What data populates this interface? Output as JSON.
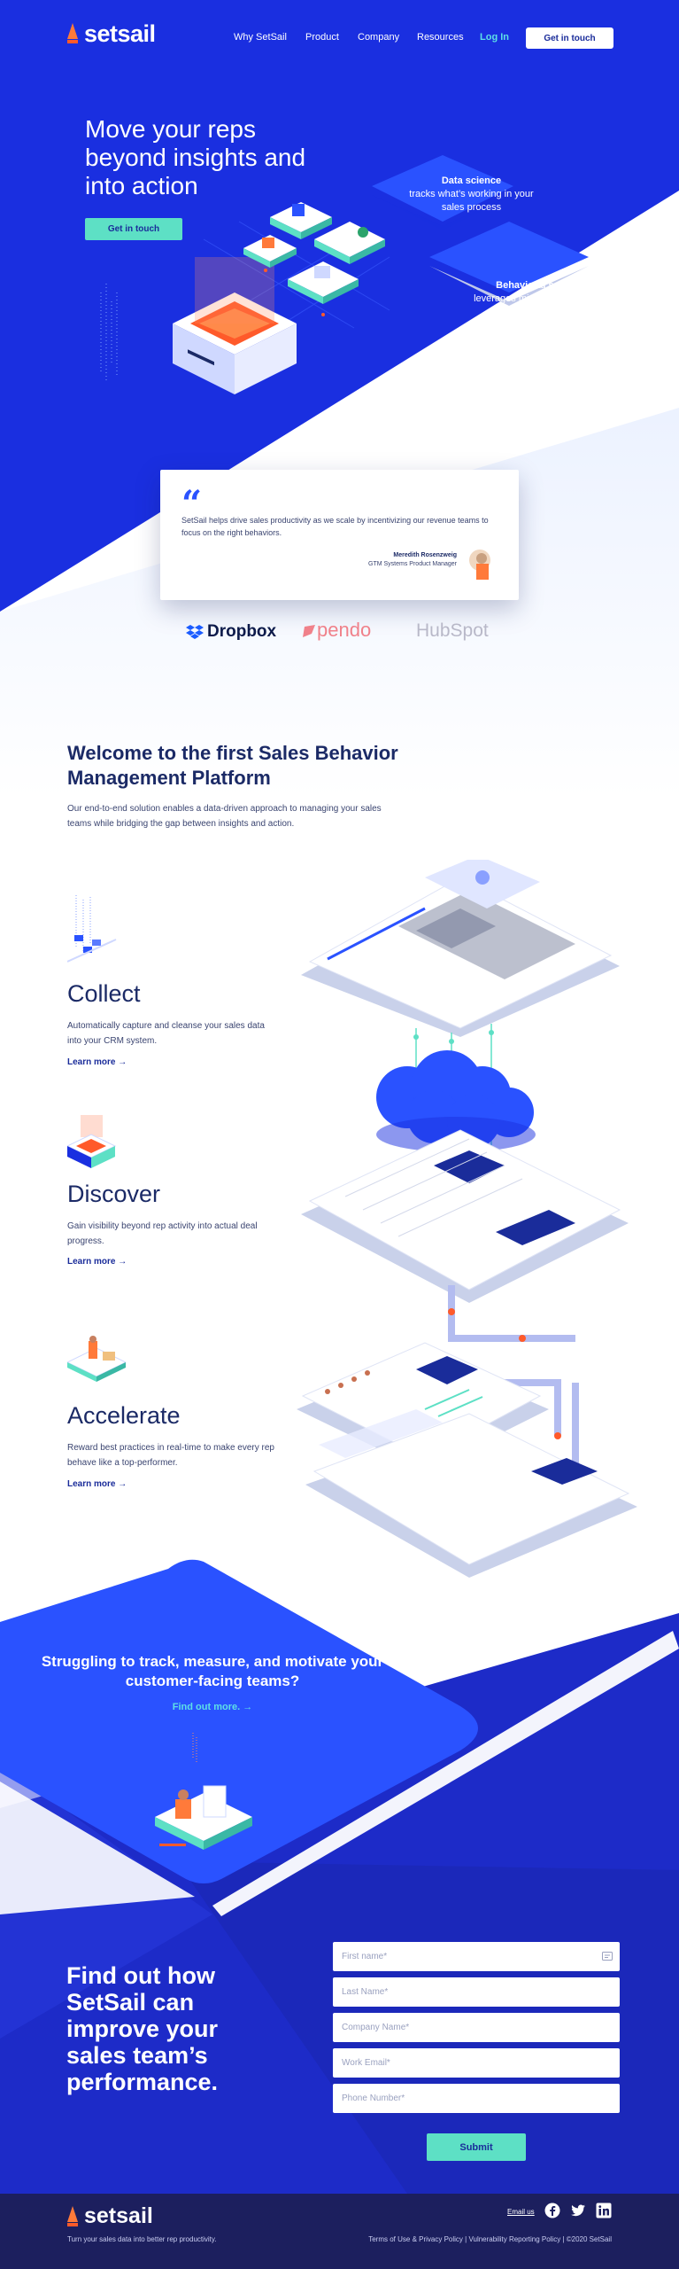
{
  "header": {
    "logo_text": "setsail",
    "nav": [
      "Why SetSail",
      "Product",
      "Company",
      "Resources"
    ],
    "login": "Log In",
    "cta": "Get in touch"
  },
  "hero": {
    "title": "Move your reps beyond insights and into action",
    "cta": "Get in touch",
    "data_science": {
      "title": "Data science",
      "text": "tracks what’s working in your sales process"
    },
    "behavioral_science": {
      "title": "Behavioral science",
      "text": "leverages micro-interactions to drive action toward deal progress"
    }
  },
  "testimonial": {
    "quote_mark": "“",
    "text": "SetSail helps drive sales productivity as we scale by incentivizing our revenue teams to focus on the right behaviors.",
    "author": "Meredith Rosenzweig",
    "role": "GTM Systems Product Manager"
  },
  "logos": [
    "Dropbox",
    "pendo",
    "HubSpot"
  ],
  "welcome": {
    "title": "Welcome to the first Sales Behavior Management Platform",
    "desc": "Our end-to-end solution enables a data-driven approach to managing your sales teams while bridging the gap between insights and action."
  },
  "features": [
    {
      "title": "Collect",
      "desc": "Automatically capture and cleanse your sales data into your CRM system.",
      "link": "Learn more"
    },
    {
      "title": "Discover",
      "desc": "Gain visibility beyond rep activity into actual deal progress.",
      "link": "Learn more"
    },
    {
      "title": "Accelerate",
      "desc": "Reward best practices in real-time to make every rep behave like a top-performer.",
      "link": "Learn more"
    }
  ],
  "struggling": {
    "title": "Struggling to track, measure, and motivate your customer-facing teams?",
    "link": "Find out more."
  },
  "form": {
    "title": "Find out how SetSail can improve your sales team’s performance.",
    "fields": [
      "First name*",
      "Last Name*",
      "Company Name*",
      "Work Email*",
      "Phone Number*"
    ],
    "submit": "Submit"
  },
  "footer": {
    "logo_text": "setsail",
    "tagline": "Turn your sales data into better rep productivity.",
    "email_label": "Email us",
    "links": "Terms of Use & Privacy Policy  |  Vulnerability Reporting Policy  |  ©2020 SetSail"
  },
  "colors": {
    "brand_blue": "#1a2fe0",
    "royal_blue": "#2a52ff",
    "navy": "#1c1f5e",
    "mint": "#5de0c5",
    "orange": "#ff5a2a"
  }
}
